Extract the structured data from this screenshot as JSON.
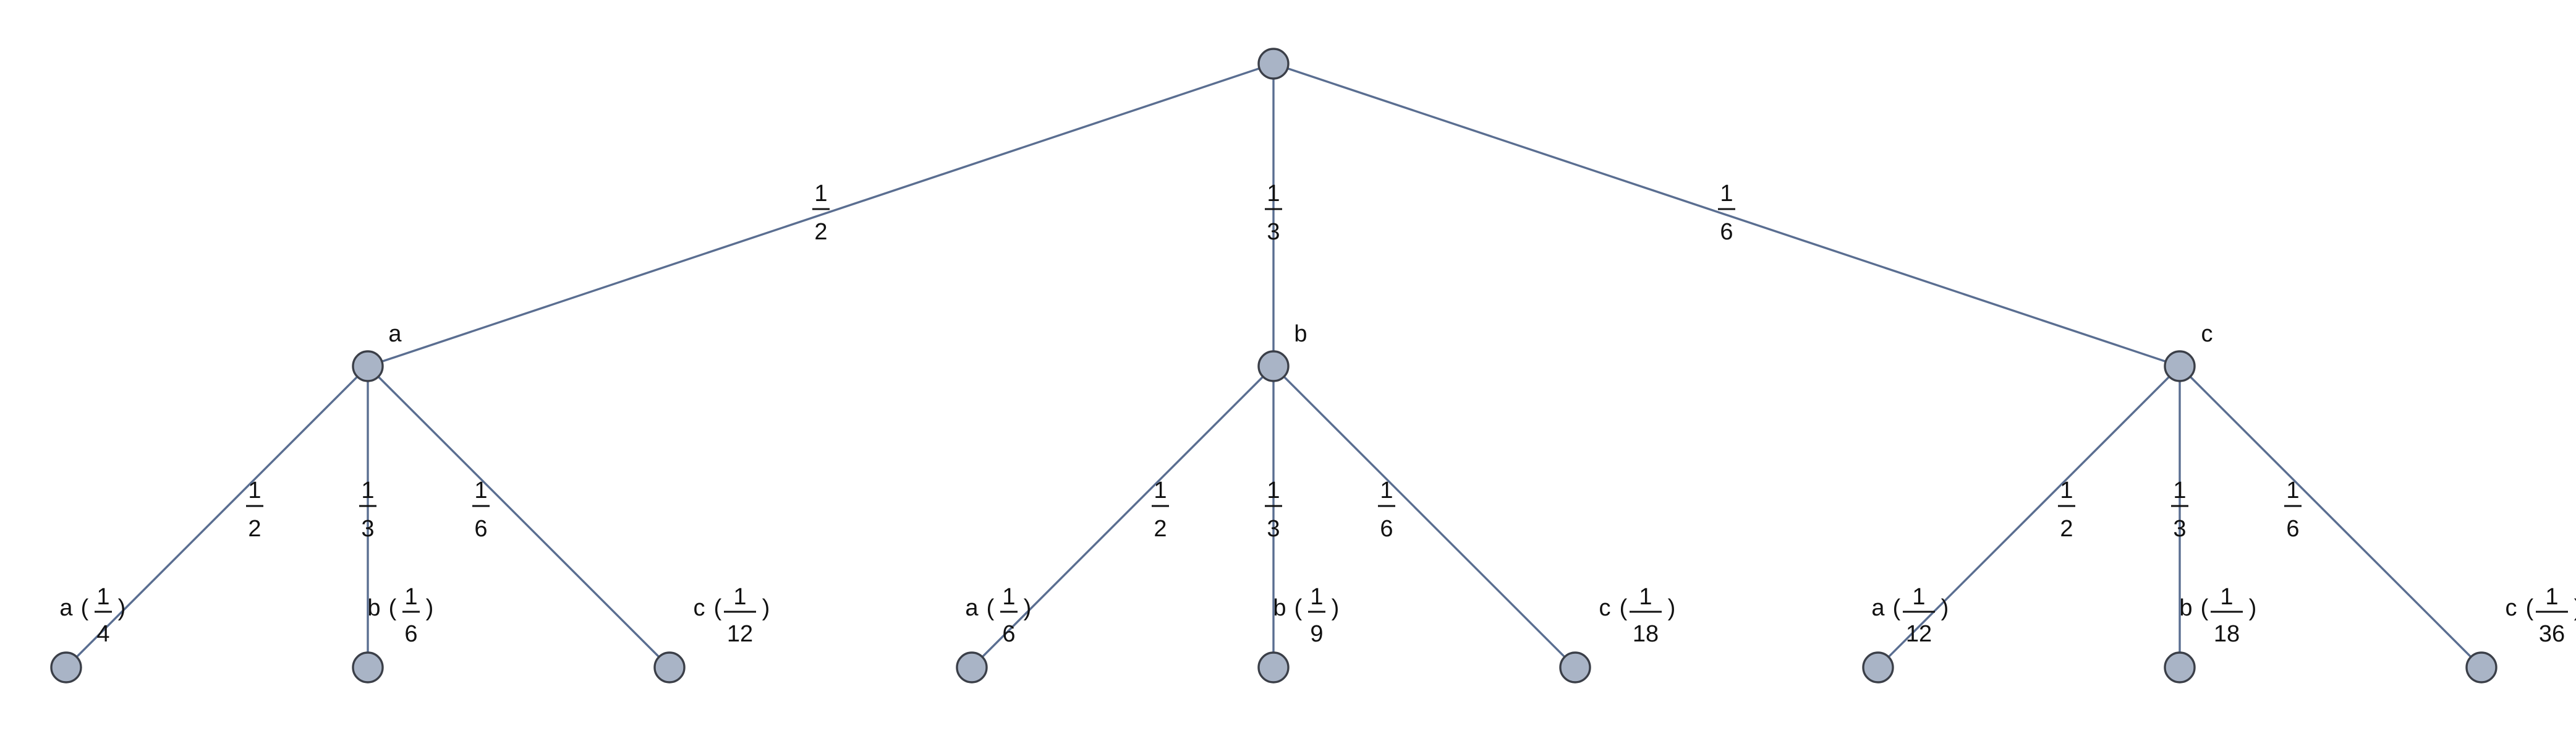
{
  "tree": {
    "root": {
      "id": "root"
    },
    "level1": [
      {
        "id": "a",
        "label": "a",
        "prob": {
          "num": "1",
          "den": "2"
        },
        "children": [
          {
            "label": "a",
            "prob": {
              "num": "1",
              "den": "2"
            },
            "result": {
              "num": "1",
              "den": "4"
            }
          },
          {
            "label": "b",
            "prob": {
              "num": "1",
              "den": "3"
            },
            "result": {
              "num": "1",
              "den": "6"
            }
          },
          {
            "label": "c",
            "prob": {
              "num": "1",
              "den": "6"
            },
            "result": {
              "num": "1",
              "den": "12"
            }
          }
        ]
      },
      {
        "id": "b",
        "label": "b",
        "prob": {
          "num": "1",
          "den": "3"
        },
        "children": [
          {
            "label": "a",
            "prob": {
              "num": "1",
              "den": "2"
            },
            "result": {
              "num": "1",
              "den": "6"
            }
          },
          {
            "label": "b",
            "prob": {
              "num": "1",
              "den": "3"
            },
            "result": {
              "num": "1",
              "den": "9"
            }
          },
          {
            "label": "c",
            "prob": {
              "num": "1",
              "den": "6"
            },
            "result": {
              "num": "1",
              "den": "18"
            }
          }
        ]
      },
      {
        "id": "c",
        "label": "c",
        "prob": {
          "num": "1",
          "den": "6"
        },
        "children": [
          {
            "label": "a",
            "prob": {
              "num": "1",
              "den": "2"
            },
            "result": {
              "num": "1",
              "den": "12"
            }
          },
          {
            "label": "b",
            "prob": {
              "num": "1",
              "den": "3"
            },
            "result": {
              "num": "1",
              "den": "18"
            }
          },
          {
            "label": "c",
            "prob": {
              "num": "1",
              "den": "6"
            },
            "result": {
              "num": "1",
              "den": "36"
            }
          }
        ]
      }
    ]
  }
}
